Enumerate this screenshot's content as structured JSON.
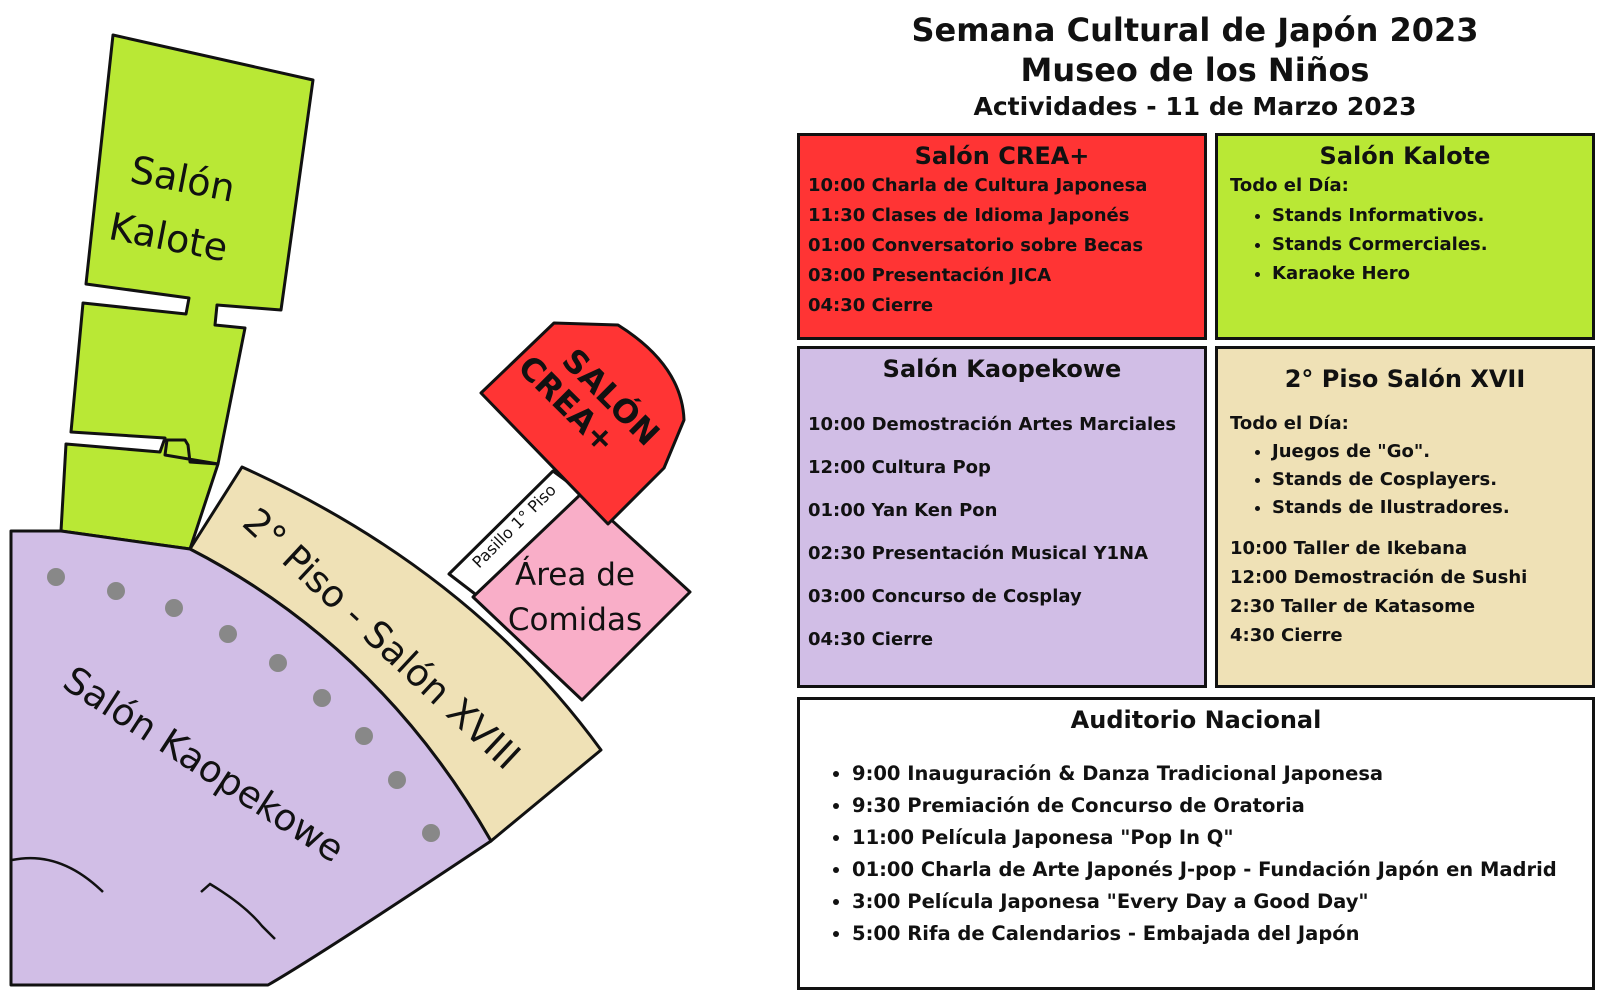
{
  "header": {
    "title_line1": "Semana Cultural de Japón 2023",
    "title_line2": "Museo de los Niños",
    "subtitle": "Actividades - 11 de Marzo 2023"
  },
  "map": {
    "kalote_line1": "Salón",
    "kalote_line2": "Kalote",
    "crea_line1": "SALÓN",
    "crea_line2": "CREA+",
    "pasillo": "Pasillo 1° Piso",
    "comidas_line1": "Área de",
    "comidas_line2": "Comidas",
    "piso": "2° Piso - Salón XVIII",
    "kaopekowe": "Salón Kaopekowe"
  },
  "crea": {
    "title": "Salón CREA+",
    "items": [
      "10:00 Charla de Cultura Japonesa",
      "11:30 Clases de Idioma Japonés",
      "01:00 Conversatorio sobre Becas",
      "03:00 Presentación JICA",
      "04:30 Cierre"
    ]
  },
  "kalote": {
    "title": "Salón Kalote",
    "intro": "Todo el Día:",
    "bullets": [
      "Stands Informativos.",
      "Stands Cormerciales.",
      "Karaoke Hero"
    ]
  },
  "kaopekowe": {
    "title": "Salón Kaopekowe",
    "items": [
      "10:00 Demostración Artes Marciales",
      "12:00 Cultura Pop",
      "01:00 Yan Ken Pon",
      "02:30 Presentación Musical Y1NA",
      "03:00 Concurso de Cosplay",
      "04:30 Cierre"
    ]
  },
  "piso": {
    "title": "2° Piso Salón XVII",
    "intro": "Todo el Día:",
    "bullets": [
      "Juegos de \"Go\".",
      "Stands de Cosplayers.",
      "Stands de Ilustradores."
    ],
    "items": [
      "10:00 Taller de Ikebana",
      "12:00 Demostración de Sushi",
      "2:30 Taller de Katasome",
      "4:30 Cierre"
    ]
  },
  "auditorio": {
    "title": "Auditorio Nacional",
    "bullets": [
      "9:00 Inauguración & Danza Tradicional Japonesa",
      "9:30 Premiación de Concurso de Oratoria",
      "11:00 Película Japonesa \"Pop In Q\"",
      "01:00 Charla de Arte Japonés J-pop - Fundación Japón en Madrid",
      "3:00 Película  Japonesa \"Every Day a Good Day\"",
      "5:00 Rifa de Calendarios - Embajada del Japón"
    ]
  },
  "colors": {
    "crea": "#ff3434",
    "kalote": "#b9e835",
    "kaopekowe": "#d1bee6",
    "piso": "#efe1b6",
    "comidas": "#f9aec8"
  }
}
